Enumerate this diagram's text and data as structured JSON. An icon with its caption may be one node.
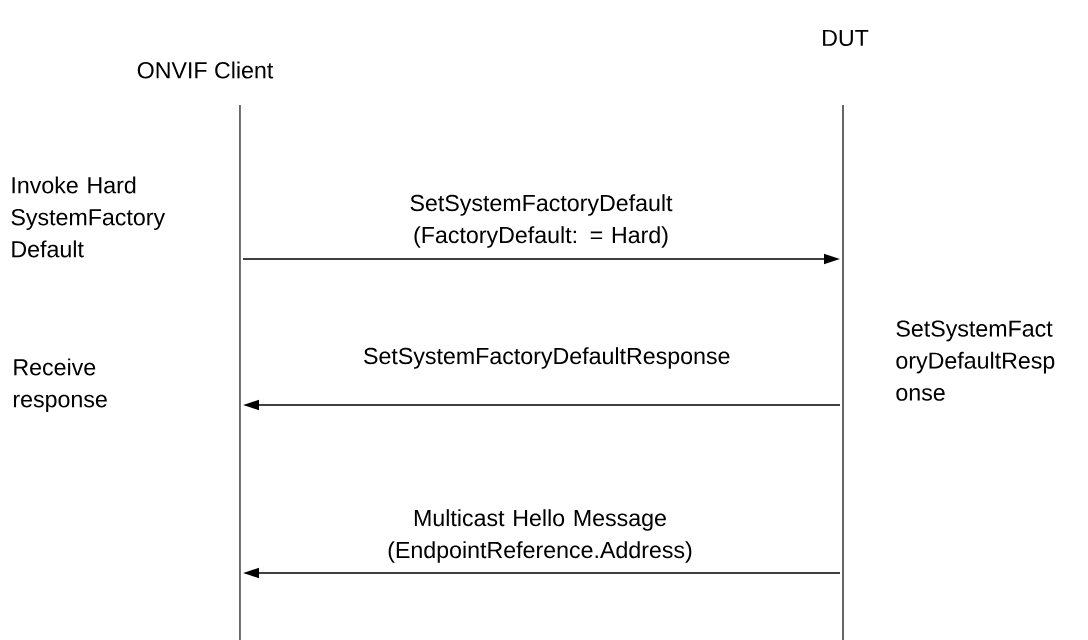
{
  "diagram": {
    "nodes": [
      {
        "text": [
          "ONVIF Client"
        ]
      },
      {
        "text": [
          "DUT"
        ]
      }
    ],
    "edges": [
      {
        "from": 0,
        "to": 1,
        "arrow": "to",
        "label": "SetSystemFactoryDefault (FactoryDefault: = Hard)"
      },
      {
        "from": 1,
        "to": 0,
        "arrow": "to",
        "label": "SetSystemFactoryDefaultResponse"
      },
      {
        "from": 1,
        "to": 0,
        "arrow": "to",
        "label": "Multicast Hello Message (EndpointReference.Address)"
      }
    ],
    "labels": [
      "Invoke Hard SystemFactory Default",
      "SetSystemFact oryDefaultResp onse",
      "Receive response"
    ]
  }
}
